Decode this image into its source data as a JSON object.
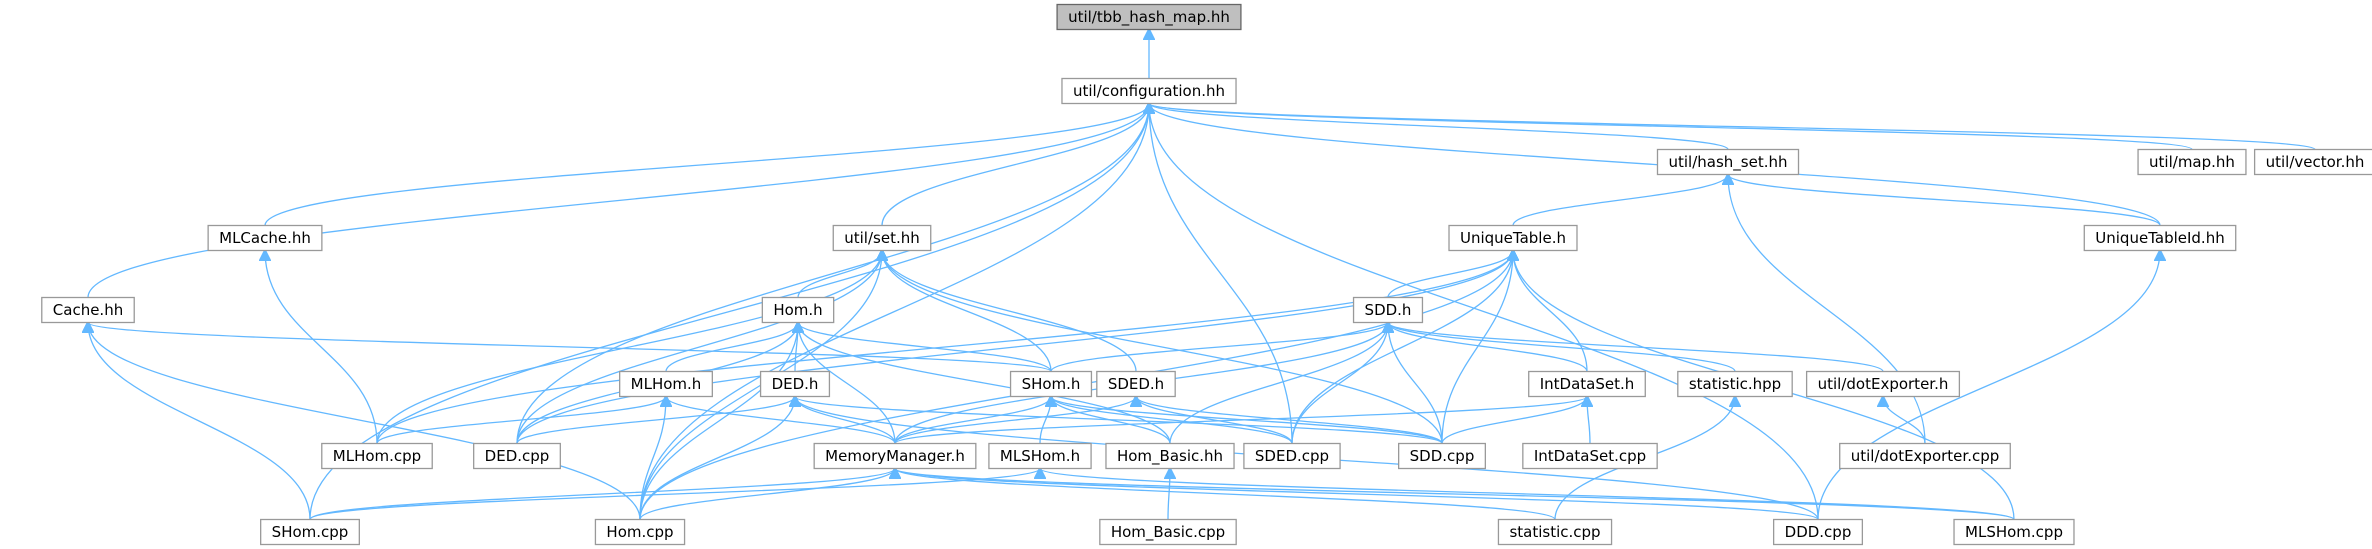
{
  "theme": {
    "edge_color": "#63b8ff",
    "node_border": "#999999",
    "root_fill": "#bfbfbf"
  },
  "nodes": {
    "tbb": {
      "label": "util/tbb_hash_map.hh"
    },
    "config": {
      "label": "util/configuration.hh"
    },
    "hashset": {
      "label": "util/hash_set.hh"
    },
    "map": {
      "label": "util/map.hh"
    },
    "vector": {
      "label": "util/vector.hh"
    },
    "mlcache": {
      "label": "MLCache.hh"
    },
    "set": {
      "label": "util/set.hh"
    },
    "unique": {
      "label": "UniqueTable.h"
    },
    "uniqueid": {
      "label": "UniqueTableId.hh"
    },
    "cache": {
      "label": "Cache.hh"
    },
    "hom": {
      "label": "Hom.h"
    },
    "sdd": {
      "label": "SDD.h"
    },
    "mlhom_h": {
      "label": "MLHom.h"
    },
    "ded_h": {
      "label": "DED.h"
    },
    "shom_h": {
      "label": "SHom.h"
    },
    "sded_h": {
      "label": "SDED.h"
    },
    "intdataset": {
      "label": "IntDataSet.h"
    },
    "statistic": {
      "label": "statistic.hpp"
    },
    "dotexp": {
      "label": "util/dotExporter.h"
    },
    "mlhom_cpp": {
      "label": "MLHom.cpp"
    },
    "ded_cpp": {
      "label": "DED.cpp"
    },
    "memmgr": {
      "label": "MemoryManager.h"
    },
    "mlshom_h": {
      "label": "MLSHom.h"
    },
    "hombasic_hh": {
      "label": "Hom_Basic.hh"
    },
    "sded_cpp": {
      "label": "SDED.cpp"
    },
    "sdd_cpp": {
      "label": "SDD.cpp"
    },
    "intds_cpp": {
      "label": "IntDataSet.cpp"
    },
    "dotexp_cpp": {
      "label": "util/dotExporter.cpp"
    },
    "shom_cpp": {
      "label": "SHom.cpp"
    },
    "hom_cpp": {
      "label": "Hom.cpp"
    },
    "hombasic_cpp": {
      "label": "Hom_Basic.cpp"
    },
    "stat_cpp": {
      "label": "statistic.cpp"
    },
    "ddd_cpp": {
      "label": "DDD.cpp"
    },
    "mlshom_cpp": {
      "label": "MLSHom.cpp"
    }
  },
  "edges": [
    [
      "config",
      "tbb"
    ],
    [
      "hashset",
      "config"
    ],
    [
      "map",
      "config"
    ],
    [
      "vector",
      "config"
    ],
    [
      "uniqueid",
      "config"
    ],
    [
      "mlcache",
      "config"
    ],
    [
      "set",
      "config"
    ],
    [
      "cache",
      "config"
    ],
    [
      "ded_cpp",
      "config"
    ],
    [
      "sded_cpp",
      "config"
    ],
    [
      "ddd_cpp",
      "config"
    ],
    [
      "shom_cpp",
      "config"
    ],
    [
      "hom_cpp",
      "config"
    ],
    [
      "unique",
      "hashset"
    ],
    [
      "uniqueid",
      "hashset"
    ],
    [
      "dotexp_cpp",
      "hashset"
    ],
    [
      "mlhom_cpp",
      "mlcache"
    ],
    [
      "hom",
      "set"
    ],
    [
      "shom_h",
      "set"
    ],
    [
      "sded_h",
      "set"
    ],
    [
      "mlhom_cpp",
      "set"
    ],
    [
      "ded_cpp",
      "set"
    ],
    [
      "hom_cpp",
      "set"
    ],
    [
      "sdd_cpp",
      "set"
    ],
    [
      "sdd",
      "unique"
    ],
    [
      "intdataset",
      "unique"
    ],
    [
      "mlhom_cpp",
      "unique"
    ],
    [
      "ded_cpp",
      "unique"
    ],
    [
      "sded_cpp",
      "unique"
    ],
    [
      "sdd_cpp",
      "unique"
    ],
    [
      "hom_cpp",
      "unique"
    ],
    [
      "mlshom_cpp",
      "unique"
    ],
    [
      "ddd_cpp",
      "uniqueid"
    ],
    [
      "shom_h",
      "cache"
    ],
    [
      "shom_cpp",
      "cache"
    ],
    [
      "hom_cpp",
      "cache"
    ],
    [
      "mlhom_h",
      "hom"
    ],
    [
      "ded_h",
      "hom"
    ],
    [
      "shom_h",
      "hom"
    ],
    [
      "memmgr",
      "hom"
    ],
    [
      "ded_cpp",
      "hom"
    ],
    [
      "hom_cpp",
      "hom"
    ],
    [
      "hombasic_hh",
      "hom"
    ],
    [
      "shom_h",
      "sdd"
    ],
    [
      "intdataset",
      "sdd"
    ],
    [
      "statistic",
      "sdd"
    ],
    [
      "dotexp",
      "sdd"
    ],
    [
      "memmgr",
      "sdd"
    ],
    [
      "sded_cpp",
      "sdd"
    ],
    [
      "sdd_cpp",
      "sdd"
    ],
    [
      "hombasic_hh",
      "sdd"
    ],
    [
      "mlhom_cpp",
      "mlhom_h"
    ],
    [
      "memmgr",
      "mlhom_h"
    ],
    [
      "hom_cpp",
      "mlhom_h"
    ],
    [
      "memmgr",
      "ded_h"
    ],
    [
      "ded_cpp",
      "ded_h"
    ],
    [
      "hom_cpp",
      "ded_h"
    ],
    [
      "sdd_cpp",
      "ded_h"
    ],
    [
      "ddd_cpp",
      "ded_h"
    ],
    [
      "memmgr",
      "shom_h"
    ],
    [
      "mlshom_h",
      "shom_h"
    ],
    [
      "hombasic_hh",
      "shom_h"
    ],
    [
      "sded_cpp",
      "shom_h"
    ],
    [
      "sdd_cpp",
      "shom_h"
    ],
    [
      "memmgr",
      "sded_h"
    ],
    [
      "sded_cpp",
      "sded_h"
    ],
    [
      "sdd_cpp",
      "sded_h"
    ],
    [
      "memmgr",
      "intdataset"
    ],
    [
      "sdd_cpp",
      "intdataset"
    ],
    [
      "intds_cpp",
      "intdataset"
    ],
    [
      "stat_cpp",
      "statistic"
    ],
    [
      "dotexp_cpp",
      "dotexp"
    ],
    [
      "shom_cpp",
      "memmgr"
    ],
    [
      "hom_cpp",
      "memmgr"
    ],
    [
      "ddd_cpp",
      "memmgr"
    ],
    [
      "stat_cpp",
      "memmgr"
    ],
    [
      "mlshom_cpp",
      "memmgr"
    ],
    [
      "shom_cpp",
      "mlshom_h"
    ],
    [
      "mlshom_cpp",
      "mlshom_h"
    ],
    [
      "hombasic_cpp",
      "hombasic_hh"
    ]
  ]
}
